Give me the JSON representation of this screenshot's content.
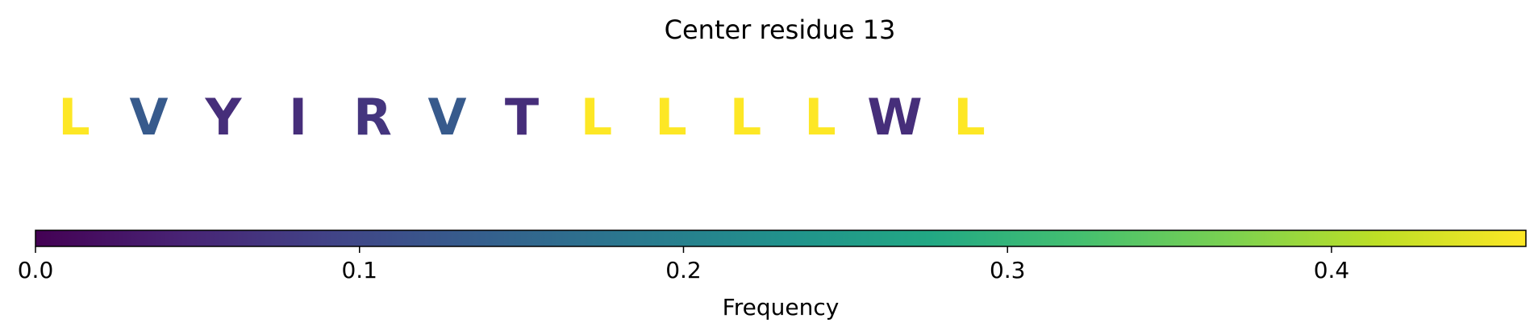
{
  "chart_data": {
    "type": "sequence-colormap",
    "title": "Center residue 13",
    "residues": [
      {
        "letter": "L",
        "frequency": 0.46
      },
      {
        "letter": "V",
        "frequency": 0.13
      },
      {
        "letter": "Y",
        "frequency": 0.06
      },
      {
        "letter": "I",
        "frequency": 0.06
      },
      {
        "letter": "R",
        "frequency": 0.07
      },
      {
        "letter": "V",
        "frequency": 0.13
      },
      {
        "letter": "T",
        "frequency": 0.06
      },
      {
        "letter": "L",
        "frequency": 0.46
      },
      {
        "letter": "L",
        "frequency": 0.46
      },
      {
        "letter": "L",
        "frequency": 0.46
      },
      {
        "letter": "L",
        "frequency": 0.46
      },
      {
        "letter": "W",
        "frequency": 0.06
      },
      {
        "letter": "L",
        "frequency": 0.46
      }
    ],
    "colorbar": {
      "colormap": "viridis",
      "range": [
        0,
        0.46
      ],
      "ticks": [
        0.0,
        0.1,
        0.2,
        0.3,
        0.4
      ],
      "tick_labels": [
        "0.0",
        "0.1",
        "0.2",
        "0.3",
        "0.4"
      ],
      "label": "Frequency"
    }
  }
}
